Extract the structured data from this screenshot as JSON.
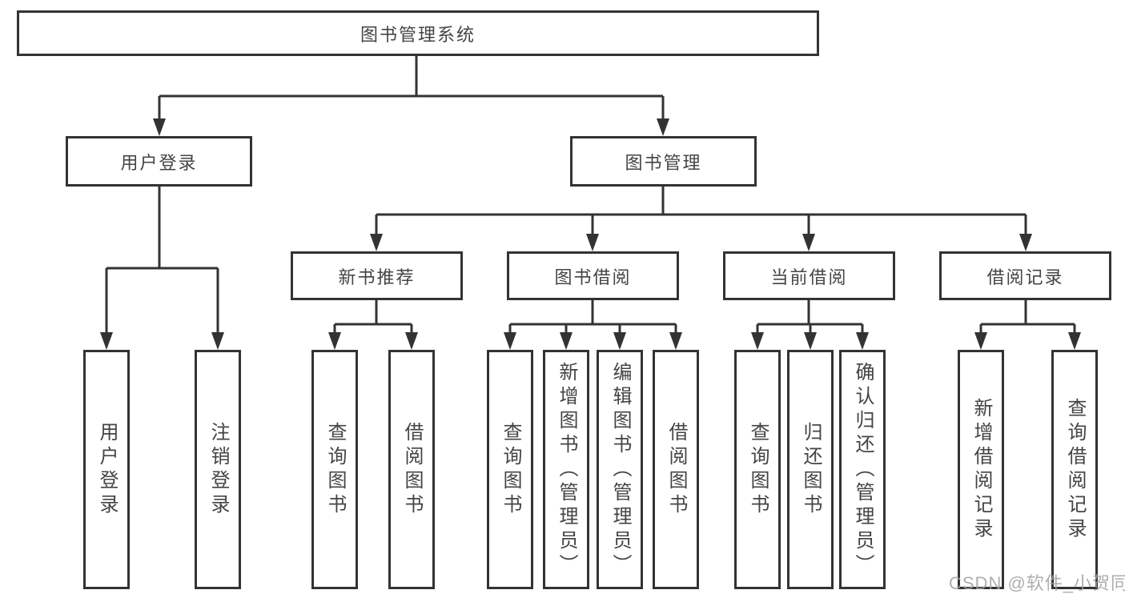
{
  "diagram": {
    "title": "图书管理系统",
    "root": {
      "label": "图书管理系统",
      "children": [
        {
          "label": "用户登录",
          "children": [
            {
              "label": "用户登录"
            },
            {
              "label": "注销登录"
            }
          ]
        },
        {
          "label": "图书管理",
          "children": [
            {
              "label": "新书推荐",
              "children": [
                {
                  "label": "查询图书"
                },
                {
                  "label": "借阅图书"
                }
              ]
            },
            {
              "label": "图书借阅",
              "children": [
                {
                  "label": "查询图书"
                },
                {
                  "label": "新增图书（管理员）"
                },
                {
                  "label": "编辑图书（管理员）"
                },
                {
                  "label": "借阅图书"
                }
              ]
            },
            {
              "label": "当前借阅",
              "children": [
                {
                  "label": "查询图书"
                },
                {
                  "label": "归还图书"
                },
                {
                  "label": "确认归还（管理员）"
                }
              ]
            },
            {
              "label": "借阅记录",
              "children": [
                {
                  "label": "新增借阅记录"
                },
                {
                  "label": "查询借阅记录"
                }
              ]
            }
          ]
        }
      ]
    }
  },
  "watermark": {
    "text": "CSDN @软件_小贺同学"
  },
  "colors": {
    "line": "#333333",
    "box_border": "#333333",
    "text": "#444444",
    "watermark": "#a0a0a0",
    "background": "#ffffff"
  }
}
